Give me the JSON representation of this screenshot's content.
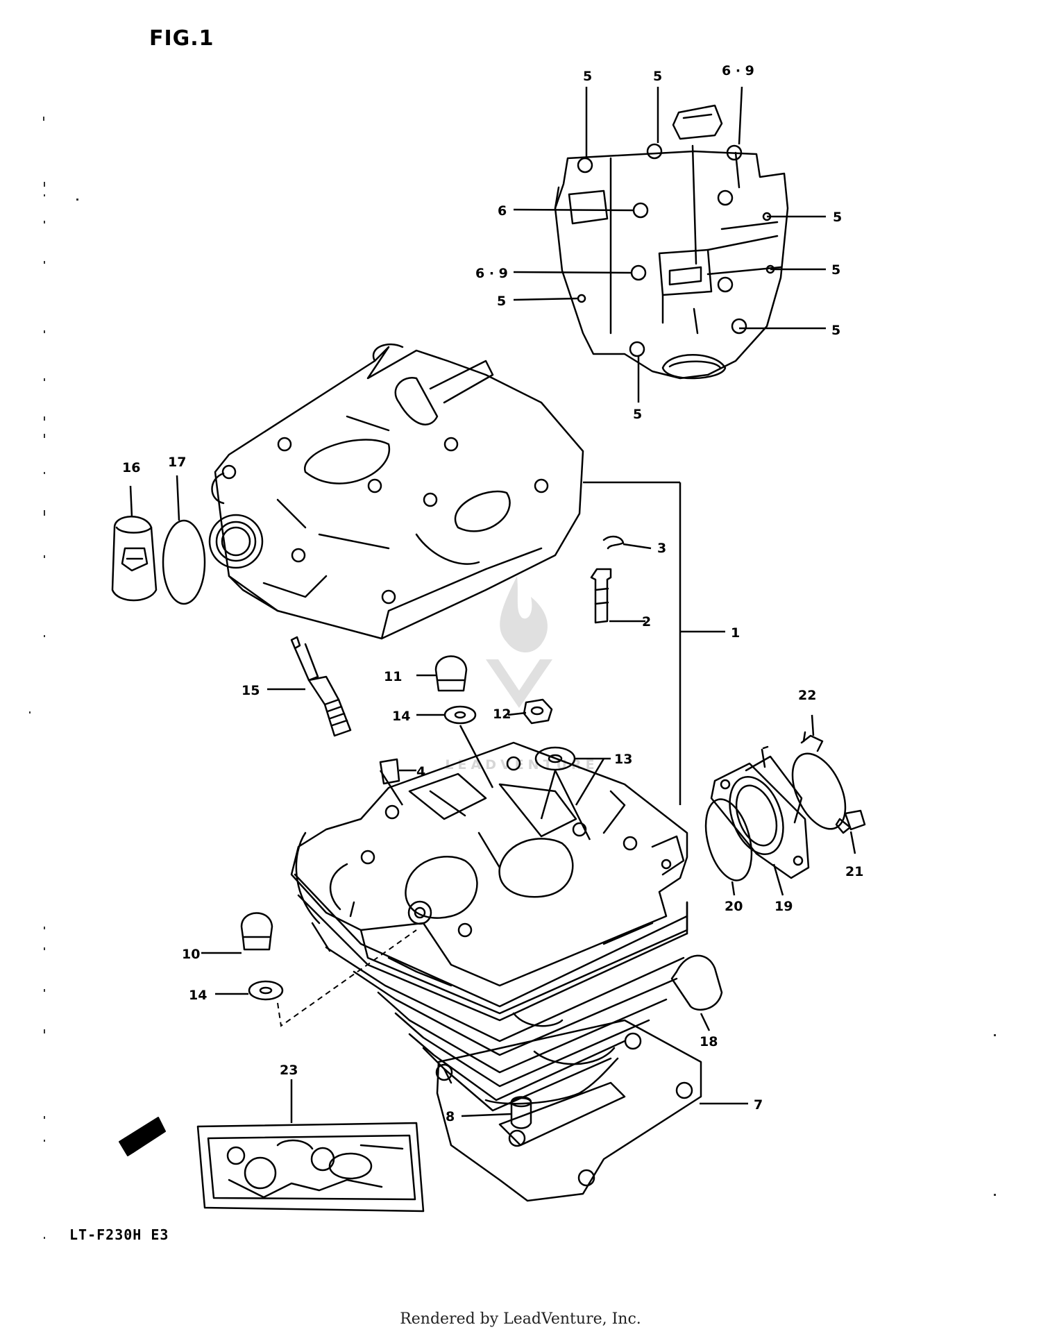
{
  "figure": {
    "title": "FIG.1",
    "model_code": "LT-F230H E3",
    "footer": "Rendered by LeadVenture, Inc.",
    "watermark": "LEADVENTURE"
  },
  "callouts": [
    {
      "id": "c-5a",
      "label": "5"
    },
    {
      "id": "c-5b",
      "label": "5"
    },
    {
      "id": "c-69a",
      "label": "6 · 9"
    },
    {
      "id": "c-6",
      "label": "6"
    },
    {
      "id": "c-5c",
      "label": "5"
    },
    {
      "id": "c-69b",
      "label": "6 · 9"
    },
    {
      "id": "c-5d",
      "label": "5"
    },
    {
      "id": "c-5e",
      "label": "5"
    },
    {
      "id": "c-5f",
      "label": "5"
    },
    {
      "id": "c-5g",
      "label": "5"
    },
    {
      "id": "c-16",
      "label": "16"
    },
    {
      "id": "c-17",
      "label": "17"
    },
    {
      "id": "c-3",
      "label": "3"
    },
    {
      "id": "c-2",
      "label": "2"
    },
    {
      "id": "c-1",
      "label": "1"
    },
    {
      "id": "c-15",
      "label": "15"
    },
    {
      "id": "c-11",
      "label": "11"
    },
    {
      "id": "c-14a",
      "label": "14"
    },
    {
      "id": "c-12",
      "label": "12"
    },
    {
      "id": "c-4",
      "label": "4"
    },
    {
      "id": "c-13",
      "label": "13"
    },
    {
      "id": "c-22",
      "label": "22"
    },
    {
      "id": "c-21",
      "label": "21"
    },
    {
      "id": "c-20",
      "label": "20"
    },
    {
      "id": "c-19",
      "label": "19"
    },
    {
      "id": "c-10",
      "label": "10"
    },
    {
      "id": "c-14b",
      "label": "14"
    },
    {
      "id": "c-18",
      "label": "18"
    },
    {
      "id": "c-23",
      "label": "23"
    },
    {
      "id": "c-7",
      "label": "7"
    },
    {
      "id": "c-8",
      "label": "8"
    }
  ]
}
